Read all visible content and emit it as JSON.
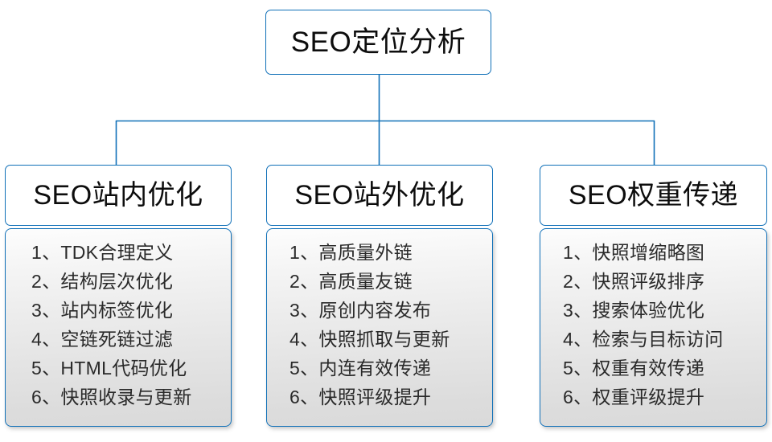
{
  "diagram": {
    "title": "SEO定位分析",
    "root": {
      "label": "SEO定位分析"
    },
    "branches": [
      {
        "header": "SEO站内优化",
        "items": [
          "1、TDK合理定义",
          "2、结构层次优化",
          "3、站内标签优化",
          "4、空链死链过滤",
          "5、HTML代码优化",
          "6、快照收录与更新"
        ]
      },
      {
        "header": "SEO站外优化",
        "items": [
          "1、高质量外链",
          "2、高质量友链",
          "3、原创内容发布",
          "4、快照抓取与更新",
          "5、内连有效传递",
          "6、快照评级提升"
        ]
      },
      {
        "header": "SEO权重传递",
        "items": [
          "1、快照增缩略图",
          "2、快照评级排序",
          "3、搜索体验优化",
          "4、检索与目标访问",
          "5、权重有效传递",
          "6、权重评级提升"
        ]
      }
    ],
    "colors": {
      "border_blue": "#1070b8",
      "node_fill": "#ffffff",
      "panel_fill_top": "#fdfdfd",
      "panel_fill_bottom": "#dadada",
      "text": "#0d0d0d",
      "item_text": "#2a2a2a",
      "background": "#ffffff"
    }
  }
}
